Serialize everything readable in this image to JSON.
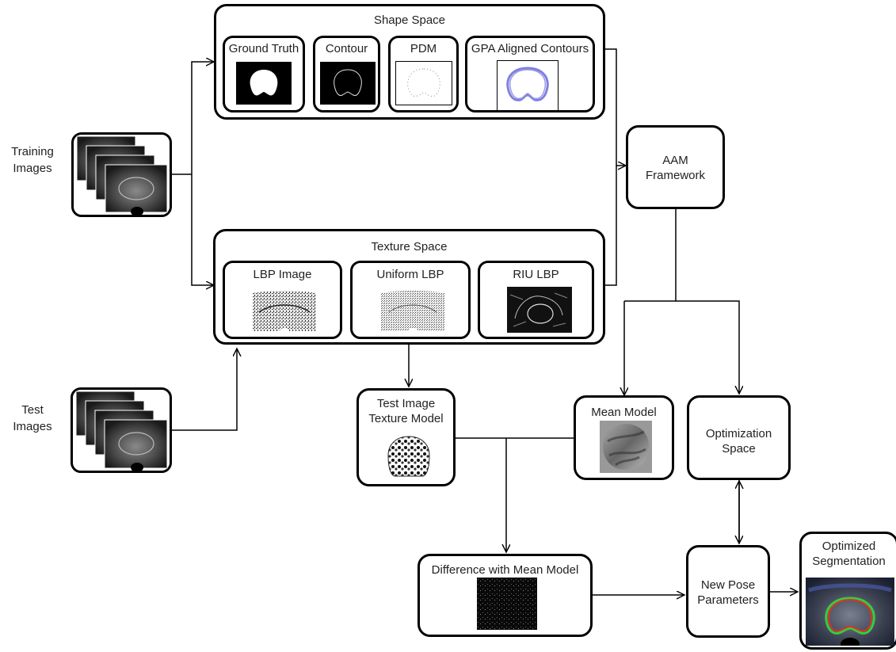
{
  "labels": {
    "training": [
      "Training",
      "Images"
    ],
    "test": [
      "Test",
      "Images"
    ],
    "shape_space": "Shape Space",
    "ground_truth": "Ground Truth",
    "contour": "Contour",
    "pdm": "PDM",
    "gpa": "GPA Aligned Contours",
    "texture_space": "Texture Space",
    "lbp_image": "LBP Image",
    "uniform_lbp": "Uniform LBP",
    "riu_lbp": "RIU LBP",
    "aam": [
      "AAM",
      "Framework"
    ],
    "test_texture": [
      "Test Image",
      "Texture Model"
    ],
    "mean_model": "Mean Model",
    "optimization": [
      "Optimization",
      "Space"
    ],
    "difference": "Difference with Mean Model",
    "new_pose": [
      "New Pose",
      "Parameters"
    ],
    "optimized": [
      "Optimized",
      "Segmentation"
    ]
  },
  "colors": {
    "line": "#000000",
    "gpa_contour": "#6a6ad8",
    "seg_red": "#e53020",
    "seg_green": "#30d040"
  }
}
